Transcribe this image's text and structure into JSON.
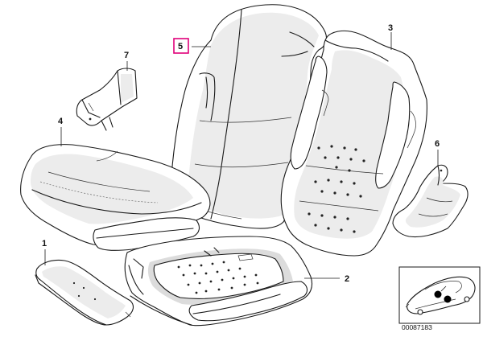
{
  "callouts": [
    {
      "id": "1",
      "label": "1"
    },
    {
      "id": "2",
      "label": "2"
    },
    {
      "id": "3",
      "label": "3"
    },
    {
      "id": "4",
      "label": "4"
    },
    {
      "id": "5",
      "label": "5"
    },
    {
      "id": "6",
      "label": "6"
    },
    {
      "id": "7",
      "label": "7"
    }
  ],
  "highlighted_callout": "5",
  "highlight_color": "#e0007a",
  "inset": {
    "diagram_number": "00087183"
  }
}
